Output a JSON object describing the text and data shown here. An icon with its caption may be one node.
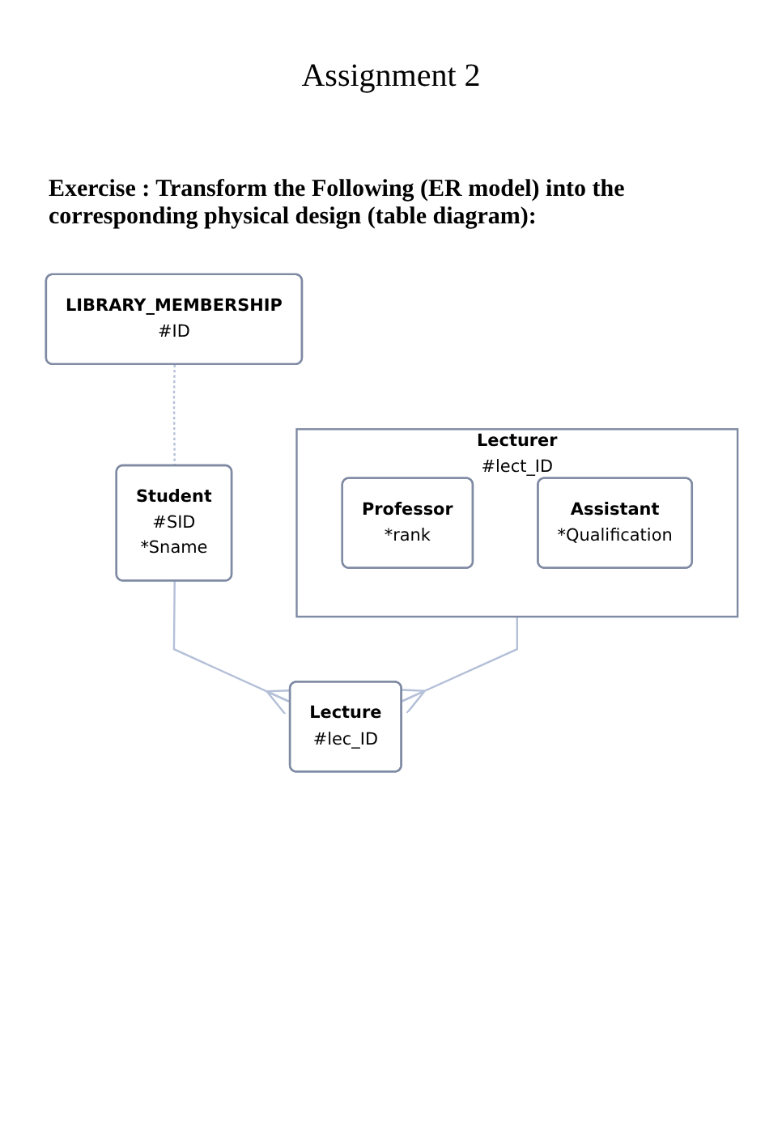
{
  "diagram": {
    "title": "Assignment 2",
    "nodes": [
      {
        "text": [
          "LIBRARY_MEMBERSHIP",
          "#ID"
        ]
      },
      {
        "text": [
          "Student",
          "#SID",
          "*Sname"
        ]
      },
      {
        "text": [
          "Lecturer",
          "#lect_ID"
        ]
      },
      {
        "text": [
          "Professor",
          "*rank"
        ],
        "in": 2
      },
      {
        "text": [
          "Assistant",
          "*Qualification"
        ],
        "in": 2
      },
      {
        "text": [
          "Lecture",
          "#lec_ID"
        ]
      }
    ],
    "edges": [
      {
        "from": 0,
        "to": 1,
        "arrow": "none",
        "style": "dashed"
      },
      {
        "from": 1,
        "to": 5,
        "arrow": "other"
      },
      {
        "from": 2,
        "to": 5,
        "arrow": "other"
      }
    ],
    "labels": [
      "Exercise : Transform the Following (ER model) into the corresponding physical design (table diagram):"
    ]
  }
}
